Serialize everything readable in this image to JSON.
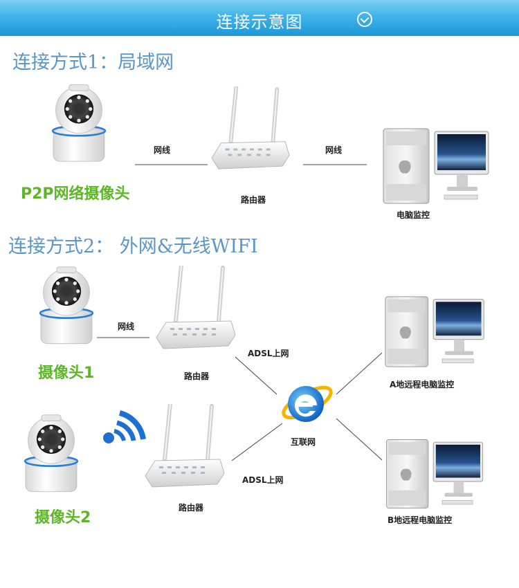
{
  "header": {
    "title": "连接示意图"
  },
  "section1": {
    "title": "连接方式1：局域网",
    "camera_label": "P2P网络摄像头",
    "cable_label_1": "网线",
    "cable_label_2": "网线",
    "router_label": "路由器",
    "computer_label": "电脑监控"
  },
  "section2": {
    "title": "连接方式2：  外网&无线WIFI",
    "camera1_label": "摄像头1",
    "camera2_label": "摄像头2",
    "cable_label": "网线",
    "router1_label": "路由器",
    "router2_label": "路由器",
    "adsl1_label": "ADSL上网",
    "adsl2_label": "ADSL上网",
    "internet_label": "互联网",
    "computer_a_label": "A地远程电脑监控",
    "computer_b_label": "B地远程电脑监控"
  },
  "colors": {
    "header": "#3fb2ea",
    "section_title": "#5a96c8",
    "camera_label": "#5db625",
    "camera_ring": "#2a7fd4"
  }
}
